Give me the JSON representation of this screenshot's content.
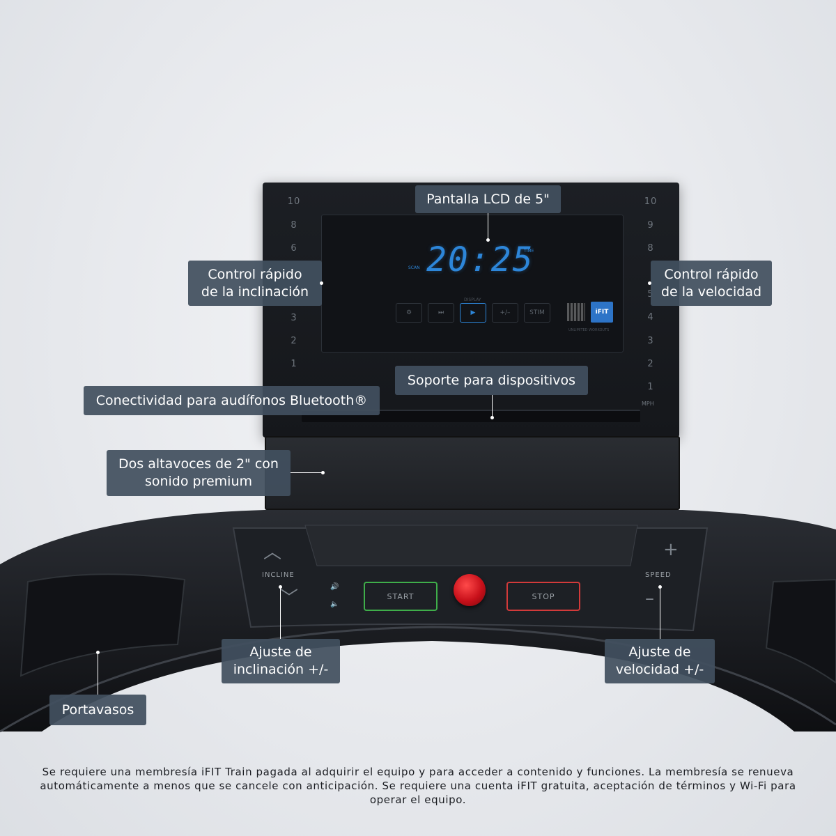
{
  "console": {
    "incline_scale": [
      "10",
      "8",
      "6",
      "3",
      "2",
      "1"
    ],
    "speed_scale": [
      "10",
      "9",
      "8",
      "5",
      "4",
      "3",
      "2",
      "1"
    ],
    "speed_unit": "MPH",
    "lcd": {
      "time": "20:25",
      "time_label": "TIME",
      "scan_label": "SCAN",
      "display_label": "DISPLAY",
      "btn_stim": "STIM",
      "btn_plusminus": "+/–",
      "ifit_label": "iFIT",
      "unlimited_workouts": "UNLIMITED WORKOUTS"
    }
  },
  "deck": {
    "incline_label": "INCLINE",
    "speed_label": "SPEED",
    "start_label": "START",
    "stop_label": "STOP"
  },
  "callouts": {
    "lcd": "Pantalla LCD de 5\"",
    "incline_quick": "Control rápido\nde la inclinación",
    "speed_quick": "Control rápido\nde la velocidad",
    "device_holder": "Soporte para dispositivos",
    "bluetooth": "Conectividad para audífonos Bluetooth®",
    "speakers": "Dos altavoces de 2\" con\nsonido premium",
    "incline_adjust": "Ajuste de\ninclinación +/-",
    "speed_adjust": "Ajuste de\nvelocidad +/-",
    "cup_holder": "Portavasos"
  },
  "disclaimer": "Se requiere una membresía iFIT Train pagada al adquirir el equipo y para acceder a contenido y funciones. La membresía se renueva automáticamente a menos que se cancele con anticipación. Se requiere una cuenta iFIT gratuita, aceptación de términos y Wi-Fi para operar el equipo."
}
